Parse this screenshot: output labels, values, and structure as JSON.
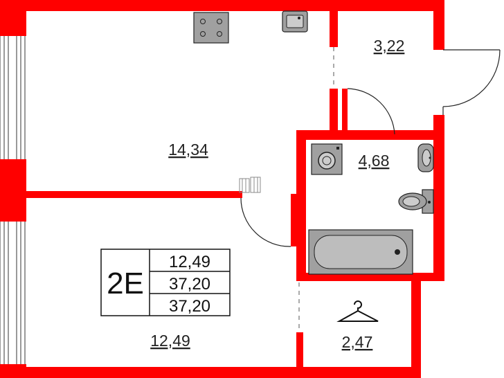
{
  "plan": {
    "wall_color": "#ff0000",
    "fixture_fill": "#a0a0a0",
    "fixture_stroke": "#222222",
    "rooms": [
      {
        "id": "kitchen-living",
        "area": "14,34"
      },
      {
        "id": "hallway",
        "area": "3,22"
      },
      {
        "id": "bathroom",
        "area": "4,68"
      },
      {
        "id": "bedroom",
        "area": "12,49"
      },
      {
        "id": "wardrobe",
        "area": "2,47"
      }
    ],
    "info_box": {
      "type_code": "2Е",
      "values": [
        "12,49",
        "37,20",
        "37,20"
      ]
    }
  }
}
